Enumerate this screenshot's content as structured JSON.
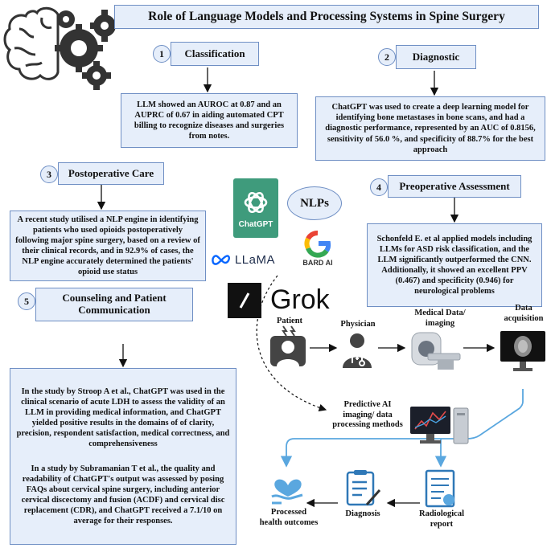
{
  "title": "Role of Language Models and Processing Systems in Spine Surgery",
  "sections": [
    {
      "num": "1",
      "heading": "Classification",
      "text": "LLM showed an AUROC at 0.87 and an AUPRC of 0.67 in aiding automated CPT billing to recognize diseases and surgeries from notes."
    },
    {
      "num": "2",
      "heading": "Diagnostic",
      "text": "ChatGPT  was used to create a deep learning model for identifying bone metastases in bone scans, and had a diagnostic performance, represented by an AUC of 0.8156, sensitivity of 56.0 %, and specificity of 88.7% for the best approach"
    },
    {
      "num": "3",
      "heading": "Postoperative Care",
      "text": "A recent study utilised a NLP engine in identifying patients who used opioids postoperatively following major spine surgery, based on a review of their clinical records, and in 92.9% of cases, the NLP engine accurately determined the patients' opioid use status"
    },
    {
      "num": "4",
      "heading": "Preoperative Assessment",
      "text": "Schonfeld E. et al applied models including LLMs for ASD risk classification, and the LLM significantly outperformed the CNN. Additionally, it showed an excellent PPV (0.467) and specificity (0.946) for neurological problems"
    },
    {
      "num": "5",
      "heading_line1": "Counseling and Patient",
      "heading_line2": "Communication",
      "para1": "In the study by Stroop A et al., ChatGPT was used in the clinical scenario of acute LDH to assess the validity of an LLM in providing medical information, and ChatGPT yielded positive results in the domains of of clarity, precision, respondent satisfaction, medical correctness, and comprehensiveness",
      "para2": "In a study by Subramanian T et al., the quality and readability of ChatGPT's output was assessed by posing FAQs about cervical spine surgery, including anterior cervical discectomy and fusion (ACDF) and cervical disc replacement (CDR), and ChatGPT received a 7.1/10 on average for their responses."
    }
  ],
  "nlps": {
    "label": "NLPs",
    "chatgpt": "ChatGPT",
    "llama": "LLaMA",
    "bard": "BARD AI",
    "grok": "Grok"
  },
  "workflow": {
    "patient": "Patient",
    "physician": "Physician",
    "medical_data_1": "Medical Data/",
    "medical_data_2": "imaging",
    "data_acq_1": "Data",
    "data_acq_2": "acquisition",
    "predictive_1": "Predictive AI",
    "predictive_2": "imaging/ data",
    "predictive_3": "processing methods",
    "processed_1": "Processed",
    "processed_2": "health outcomes",
    "diagnosis": "Diagnosis",
    "radiological_1": "Radiological",
    "radiological_2": "report"
  },
  "colors": {
    "box_fill": "#e6eefa",
    "box_border": "#6f8fc4",
    "chatgpt_green": "#3f9b7c",
    "meta_blue": "#0866ff",
    "accent_blue": "#5aa7df",
    "icon_gray": "#444444"
  }
}
